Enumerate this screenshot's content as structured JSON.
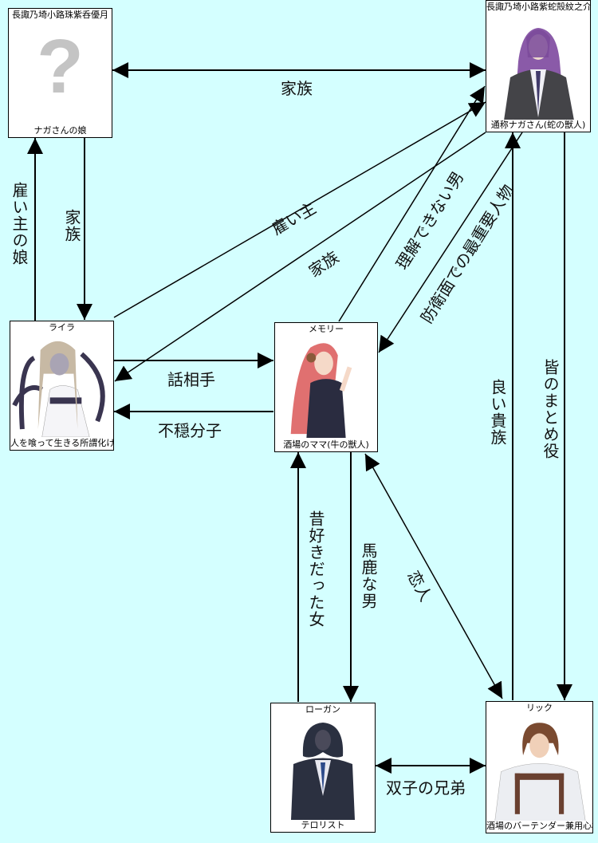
{
  "characters": {
    "daughter": {
      "name": "長諏乃埼小路珠紫呑優月",
      "role": "ナガさんの娘",
      "icon": "question-mark-icon"
    },
    "naga": {
      "name": "長諏乃埼小路紫蛇殻紋之介",
      "role": "通称ナガさん(蛇の獣人)"
    },
    "laila": {
      "name": "ライラ",
      "role": "人を喰って生きる所謂化け物"
    },
    "memory": {
      "name": "メモリー",
      "role": "酒場のママ(牛の獣人)"
    },
    "logan": {
      "name": "ローガン",
      "role": "テロリスト"
    },
    "rick": {
      "name": "リック",
      "role": "酒場のバーテンダー兼用心棒"
    }
  },
  "relations": {
    "daughter_naga": "家族",
    "daughter_laila": "家族",
    "laila_daughter": "雇い主の娘",
    "laila_naga": "雇い主",
    "naga_laila": "家族",
    "memory_naga": "理解できない男",
    "naga_memory": "防衛面での最重要人物",
    "rick_naga": "良い貴族",
    "naga_rick": "皆のまとめ役",
    "laila_memory": "話相手",
    "memory_laila": "不穏分子",
    "logan_memory": "昔好きだった女",
    "memory_logan": "馬鹿な男",
    "memory_rick": "恋人",
    "logan_rick": "双子の兄弟"
  },
  "colors": {
    "background": "#d4ffff",
    "line": "#000000"
  }
}
